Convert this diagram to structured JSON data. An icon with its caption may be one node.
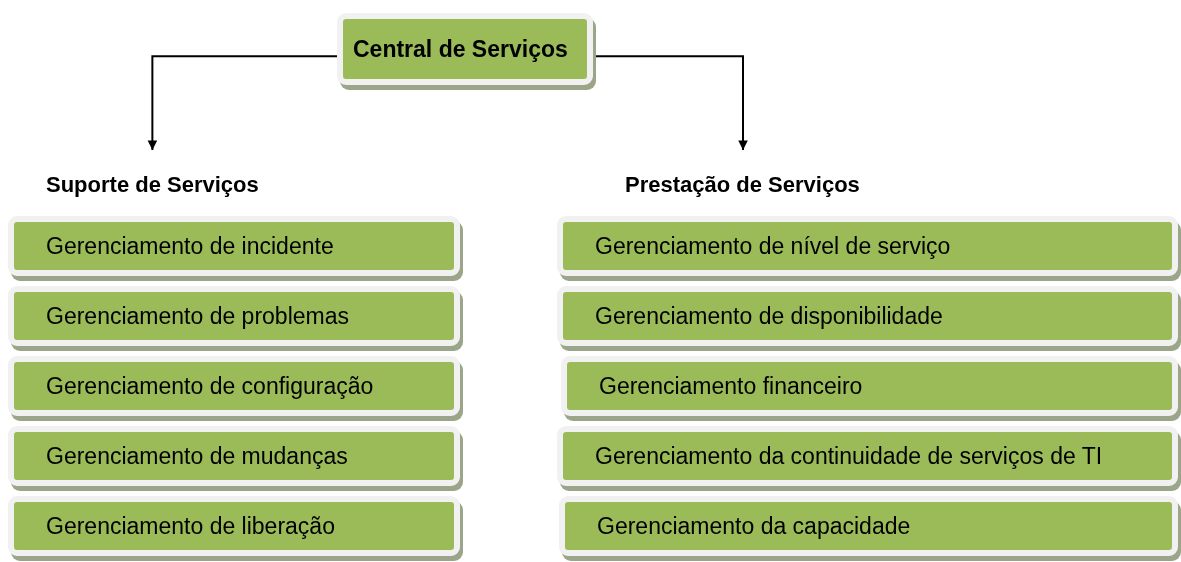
{
  "diagram": {
    "nodes": [
      {
        "text": [
          "Central de Serviços"
        ]
      },
      {
        "text": [
          "Suporte de Serviços"
        ]
      },
      {
        "text": [
          "Prestação de Serviços"
        ]
      },
      {
        "text": [
          "Gerenciamento de incidente"
        ]
      },
      {
        "text": [
          "Gerenciamento de problemas"
        ]
      },
      {
        "text": [
          "Gerenciamento de configuração"
        ]
      },
      {
        "text": [
          "Gerenciamento de mudanças"
        ]
      },
      {
        "text": [
          "Gerenciamento de liberação"
        ]
      },
      {
        "text": [
          "Gerenciamento de nível de serviço"
        ]
      },
      {
        "text": [
          "Gerenciamento de disponibilidade"
        ]
      },
      {
        "text": [
          "Gerenciamento financeiro"
        ]
      },
      {
        "text": [
          "Gerenciamento da continuidade de serviços de TI"
        ]
      },
      {
        "text": [
          "Gerenciamento da capacidade"
        ]
      }
    ],
    "edges": [
      {
        "from": 0,
        "to": 1,
        "arrow": "to"
      },
      {
        "from": 0,
        "to": 2,
        "arrow": "to"
      }
    ]
  }
}
